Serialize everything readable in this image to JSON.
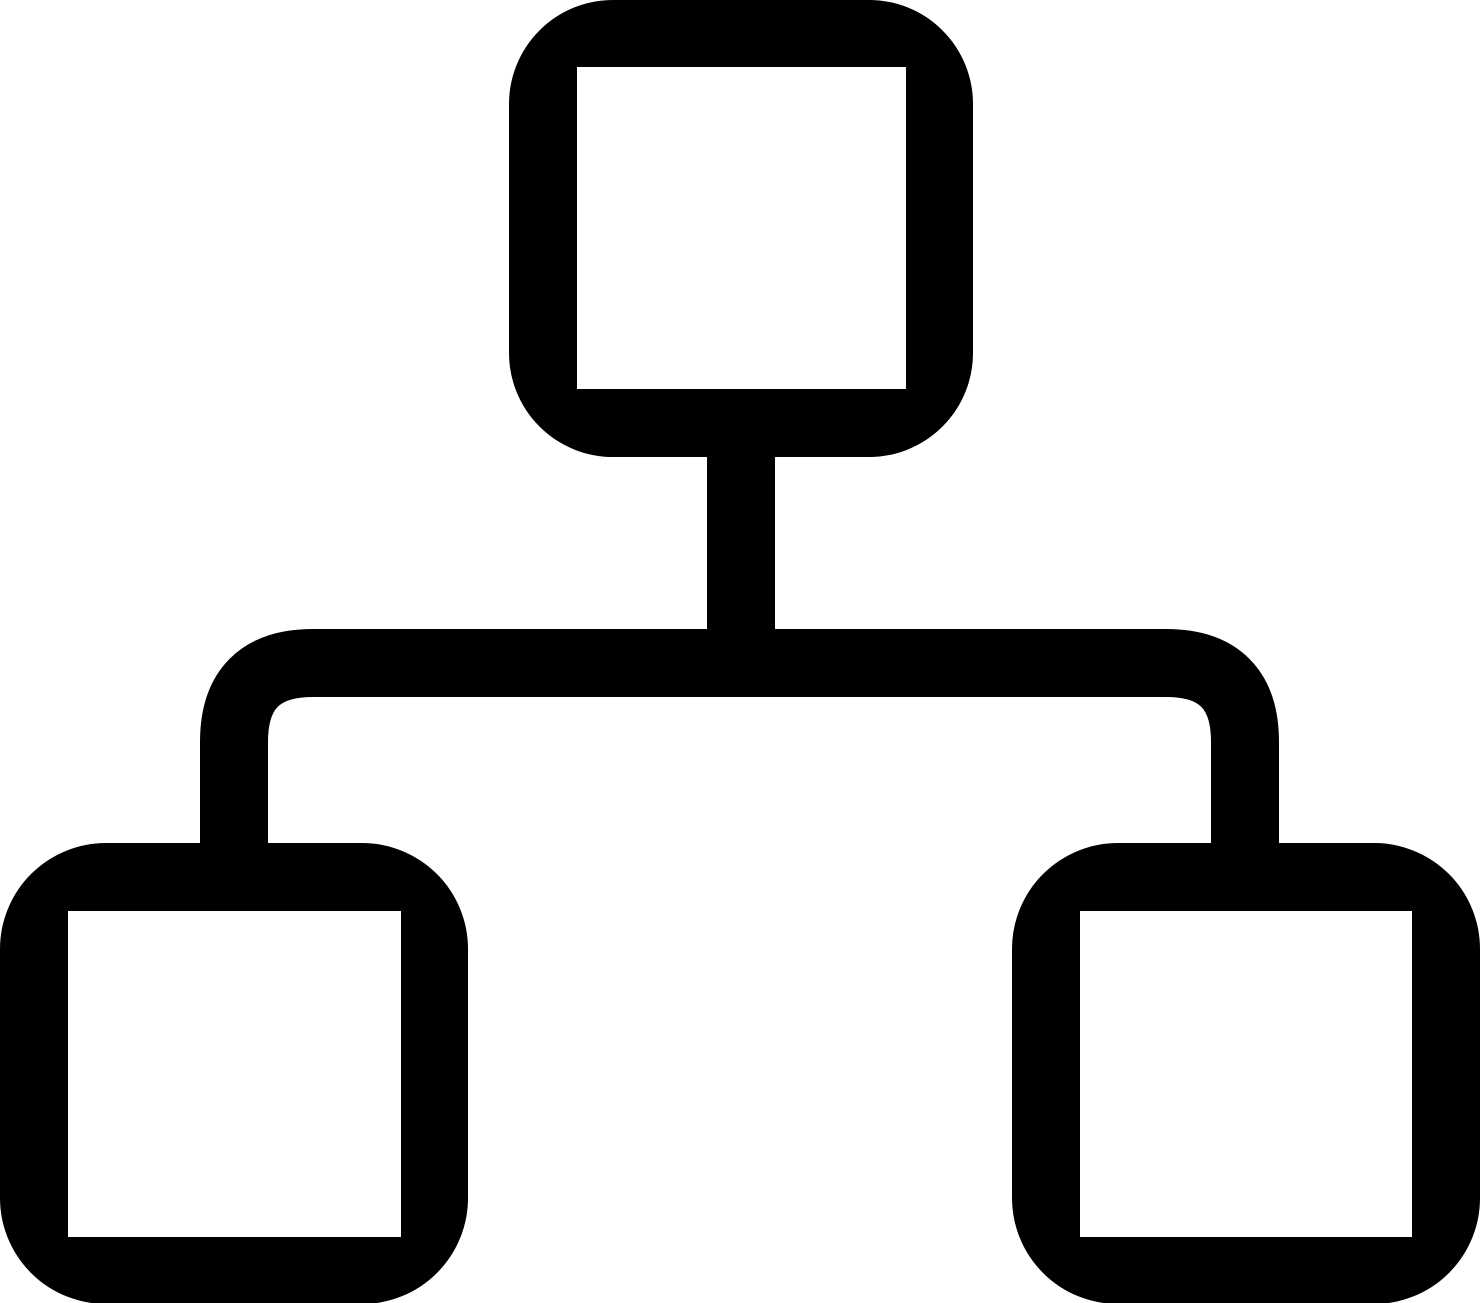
{
  "diagram": {
    "kind": "hierarchy-icon",
    "icon": "sitemap-icon",
    "stroke_color": "#000000",
    "fill_color": "#ffffff",
    "background_color": "#ffffff",
    "nodes": [
      {
        "id": "root",
        "level": 0
      },
      {
        "id": "child-left",
        "level": 1
      },
      {
        "id": "child-right",
        "level": 1
      }
    ],
    "edges": [
      {
        "from": "root",
        "to": "child-left"
      },
      {
        "from": "root",
        "to": "child-right"
      }
    ]
  }
}
